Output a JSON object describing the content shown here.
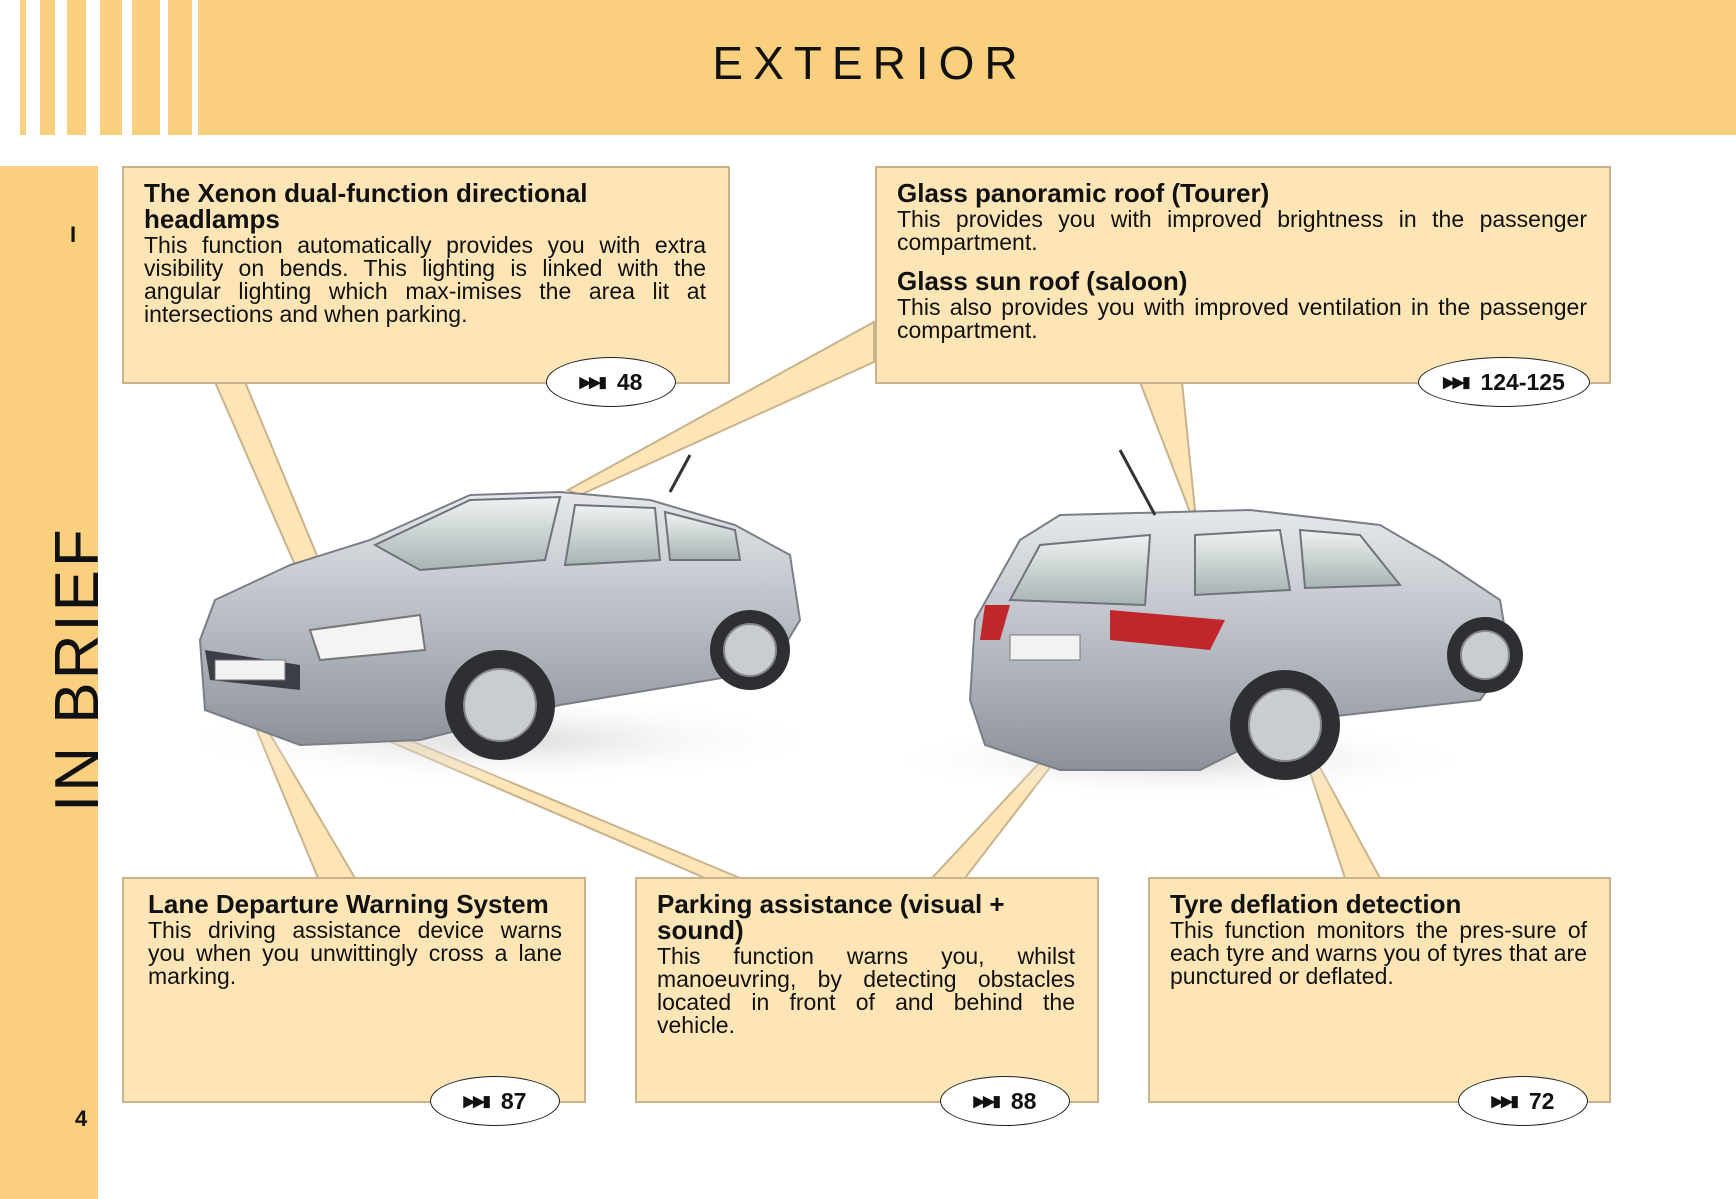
{
  "header": {
    "title": "EXTERIOR"
  },
  "sidebar": {
    "section_label": "IN BRIEF",
    "chapter_marker": "I",
    "page_number": "4"
  },
  "boxes": {
    "xenon": {
      "title": "The Xenon dual-function directional headlamps",
      "body": "This function automatically provides you with extra visibility on bends. This lighting is linked with the angular lighting which max-imises the area lit at intersections and when parking.",
      "page_ref": "48"
    },
    "roof": {
      "title": "Glass panoramic roof (Tourer)",
      "body": "This provides you with improved brightness in the passenger compartment.",
      "title2": "Glass sun roof (saloon)",
      "body2": "This also provides you with improved ventilation in the passenger compartment.",
      "page_ref": "124-125"
    },
    "lane": {
      "title": "Lane Departure Warning System",
      "body": "This driving assistance device warns you when you unwittingly cross a lane marking.",
      "page_ref": "87"
    },
    "parking": {
      "title": "Parking assistance (visual + sound)",
      "body": "This function warns you, whilst manoeuvring, by detecting obstacles located in front of and behind the vehicle.",
      "page_ref": "88"
    },
    "tyre": {
      "title": "Tyre deflation detection",
      "body": "This function monitors the pres-sure of each tyre and warns you of tyres that are punctured or deflated.",
      "page_ref": "72"
    }
  },
  "ref_icon": "fast-forward-icon",
  "colors": {
    "accent": "#fad07e",
    "box_fill": "#fde5b6",
    "box_border": "#c9b38c"
  }
}
